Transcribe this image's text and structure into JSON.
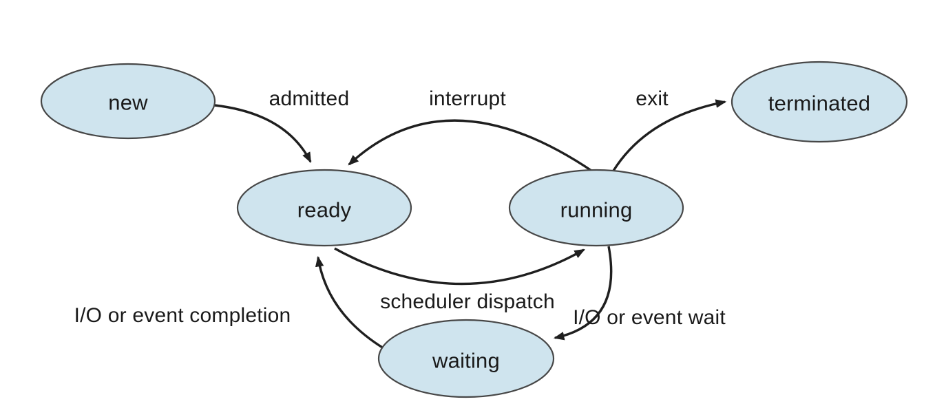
{
  "diagram": {
    "kind": "process-state-diagram"
  },
  "states": [
    {
      "id": "new",
      "label": "new"
    },
    {
      "id": "ready",
      "label": "ready"
    },
    {
      "id": "running",
      "label": "running"
    },
    {
      "id": "terminated",
      "label": "terminated"
    },
    {
      "id": "waiting",
      "label": "waiting"
    }
  ],
  "transitions": [
    {
      "id": "admitted",
      "label": "admitted",
      "from": "new",
      "to": "ready"
    },
    {
      "id": "interrupt",
      "label": "interrupt",
      "from": "running",
      "to": "ready"
    },
    {
      "id": "exit",
      "label": "exit",
      "from": "running",
      "to": "terminated"
    },
    {
      "id": "scheduler-dispatch",
      "label": "scheduler dispatch",
      "from": "ready",
      "to": "running"
    },
    {
      "id": "io-event-wait",
      "label": "I/O or event wait",
      "from": "running",
      "to": "waiting"
    },
    {
      "id": "io-event-completion",
      "label": "I/O or event completion",
      "from": "waiting",
      "to": "ready"
    }
  ],
  "colors": {
    "node_fill": "#cfe4ee",
    "node_stroke": "#474747",
    "arrow": "#1f1f1f",
    "text": "#1a1a1a",
    "background": "#ffffff"
  }
}
